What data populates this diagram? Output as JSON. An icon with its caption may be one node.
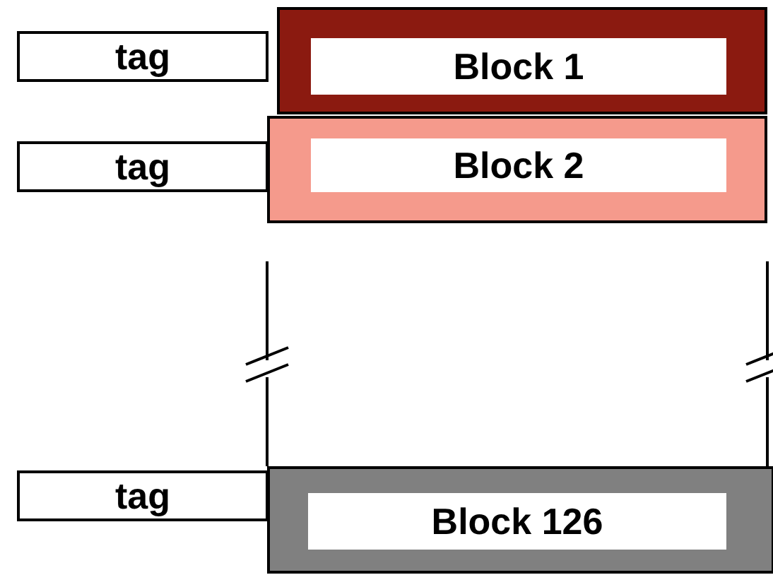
{
  "diagram": {
    "nodes": [
      {
        "text": [
          "tag"
        ]
      },
      {
        "text": [
          "Block 1"
        ]
      },
      {
        "text": [
          "tag"
        ]
      },
      {
        "text": [
          "Block 2"
        ]
      },
      {
        "text": [
          "tag"
        ]
      },
      {
        "text": [
          "Block 126"
        ]
      }
    ]
  }
}
